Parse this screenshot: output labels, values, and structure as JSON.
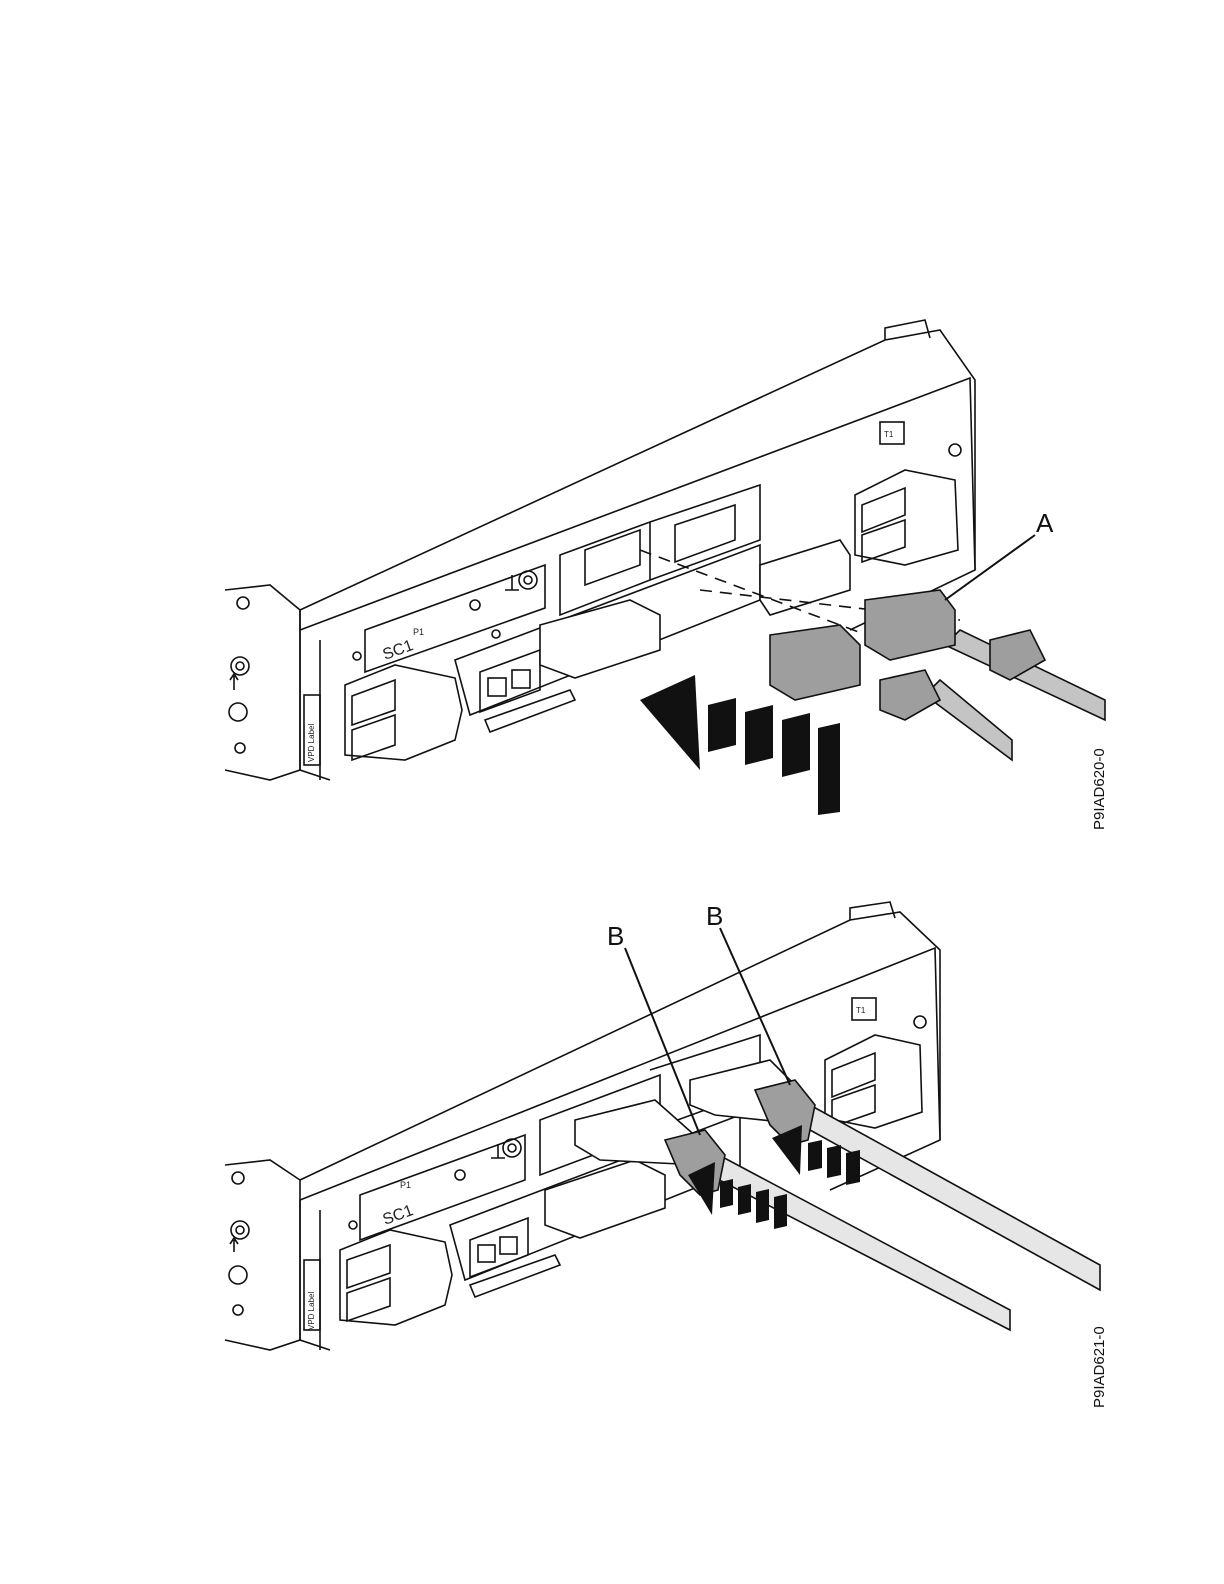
{
  "figures": [
    {
      "id": "P9IAD620-0",
      "callouts": [
        "A"
      ],
      "panel_labels": {
        "slot": "SC1",
        "port": "P1",
        "vpd": "VPD Label",
        "t1": "T1"
      }
    },
    {
      "id": "P9IAD621-0",
      "callouts": [
        "B",
        "B"
      ],
      "panel_labels": {
        "slot": "SC1",
        "port": "P1",
        "vpd": "VPD Label",
        "t1": "T1"
      }
    }
  ],
  "colors": {
    "line": "#111111",
    "cable": "#c4c4c4",
    "connector": "#9e9e9e",
    "panel": "#ffffff"
  }
}
